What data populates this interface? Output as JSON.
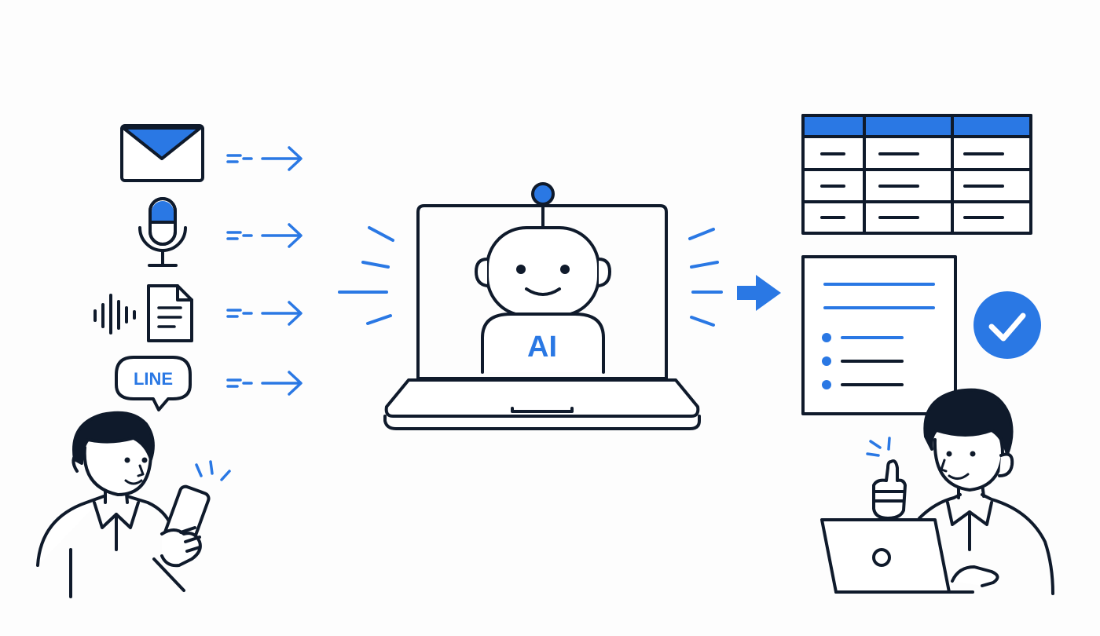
{
  "labels": {
    "chat_bubble": "LINE",
    "robot_badge": "AI"
  },
  "colors": {
    "ink": "#0f1a2b",
    "accent": "#2a78e4",
    "background": "#fdfdfd"
  },
  "inputs": [
    {
      "icon": "envelope-icon",
      "label": ""
    },
    {
      "icon": "microphone-icon",
      "label": ""
    },
    {
      "icon": "audio-to-document-icon",
      "label": ""
    },
    {
      "icon": "line-chat-bubble-icon",
      "label": "LINE"
    }
  ],
  "process": {
    "icon": "laptop-ai-robot-icon",
    "label": "AI"
  },
  "outputs": [
    {
      "icon": "table-icon"
    },
    {
      "icon": "document-list-icon"
    },
    {
      "icon": "check-circle-icon"
    }
  ],
  "people": [
    {
      "icon": "person-with-phone-icon"
    },
    {
      "icon": "person-thumbs-up-laptop-icon"
    }
  ]
}
